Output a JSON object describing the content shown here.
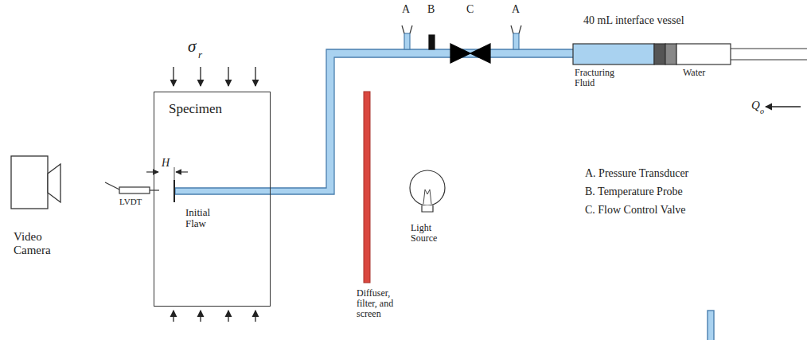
{
  "diagram": {
    "nodes": [
      {
        "text": [
          "Specimen"
        ]
      }
    ],
    "labels": [
      "σ",
      "r",
      "H",
      "LVDT",
      "Initial Flaw",
      "Video Camera",
      "A",
      "B",
      "C",
      "A",
      "40 mL interface vessel",
      "Fracturing Fluid",
      "Water",
      "Q",
      "o",
      "Light Source",
      "Diffuser, filter, and screen",
      "A. Pressure Transducer",
      "B. Temperature Probe",
      "C. Flow Control Valve"
    ]
  }
}
